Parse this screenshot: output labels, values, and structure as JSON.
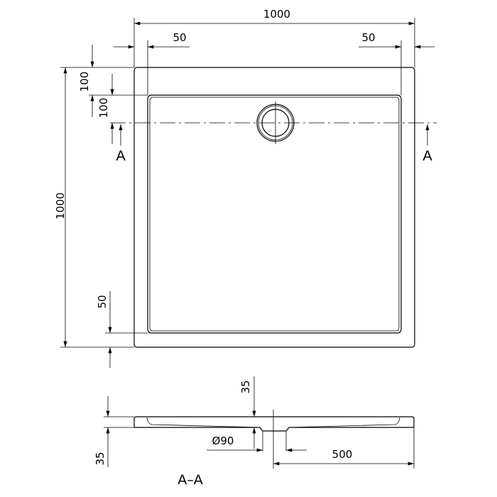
{
  "plan_view": {
    "overall_width": "1000",
    "overall_depth": "1000",
    "rim_left": "50",
    "rim_right": "50",
    "rim_top": "100",
    "drain_offset": "100",
    "rim_bottom": "50",
    "section_marker_left": "A",
    "section_marker_right": "A"
  },
  "section_view": {
    "title": "A–A",
    "rim_height": "35",
    "tray_height": "35",
    "drain_diameter": "Ø90",
    "drain_position": "500"
  }
}
